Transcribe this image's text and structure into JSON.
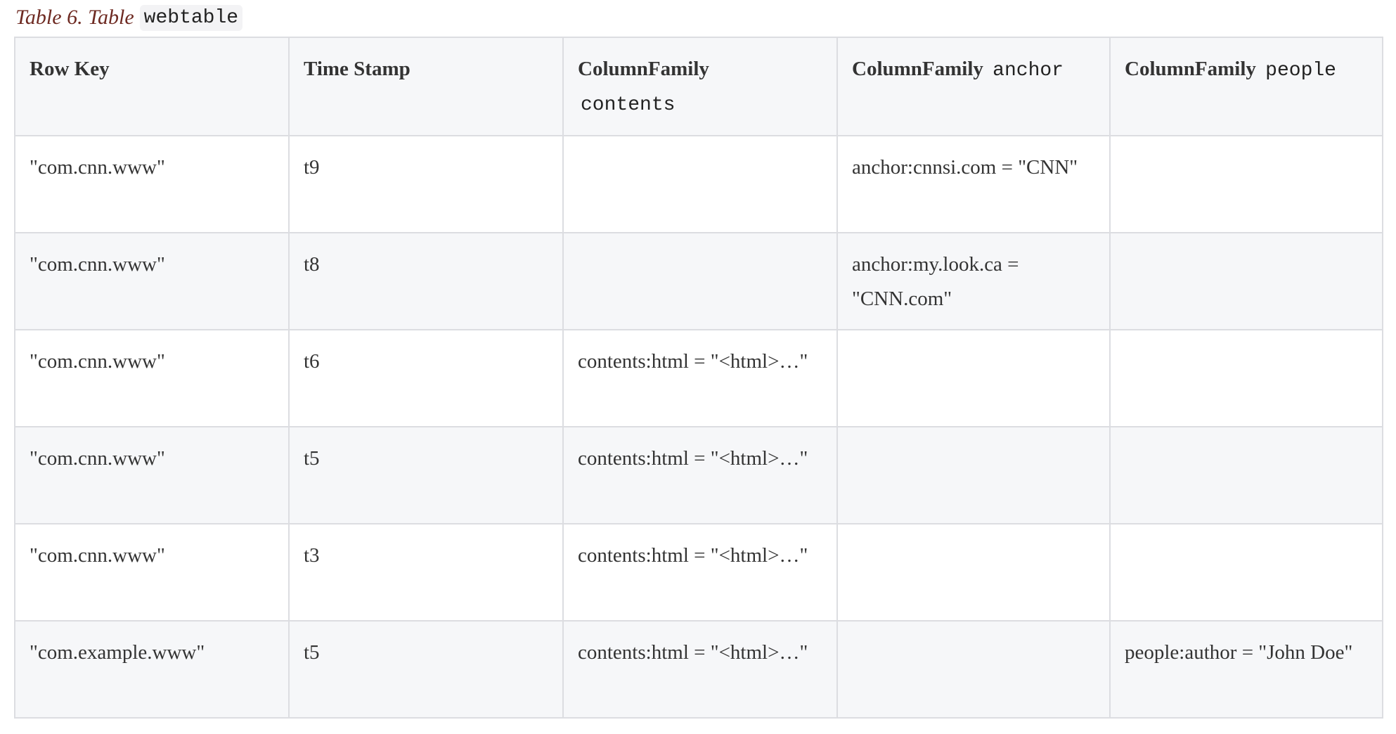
{
  "caption": {
    "prefix": "Table 6. Table",
    "code": "webtable"
  },
  "table": {
    "headers": [
      {
        "text": "Row Key",
        "code": ""
      },
      {
        "text": "Time Stamp",
        "code": ""
      },
      {
        "text": "ColumnFamily",
        "code": "contents"
      },
      {
        "text": "ColumnFamily",
        "code": "anchor"
      },
      {
        "text": "ColumnFamily",
        "code": "people"
      }
    ],
    "rows": [
      [
        "\"com.cnn.www\"",
        "t9",
        "",
        "anchor:cnnsi.com = \"CNN\"",
        ""
      ],
      [
        "\"com.cnn.www\"",
        "t8",
        "",
        "anchor:my.look.ca = \"CNN.com\"",
        ""
      ],
      [
        "\"com.cnn.www\"",
        "t6",
        "contents:html = \"<html>…\"",
        "",
        ""
      ],
      [
        "\"com.cnn.www\"",
        "t5",
        "contents:html = \"<html>…\"",
        "",
        ""
      ],
      [
        "\"com.cnn.www\"",
        "t3",
        "contents:html = \"<html>…\"",
        "",
        ""
      ],
      [
        "\"com.example.www\"",
        "t5",
        "contents:html = \"<html>…\"",
        "",
        "people:author = \"John Doe\""
      ]
    ]
  }
}
